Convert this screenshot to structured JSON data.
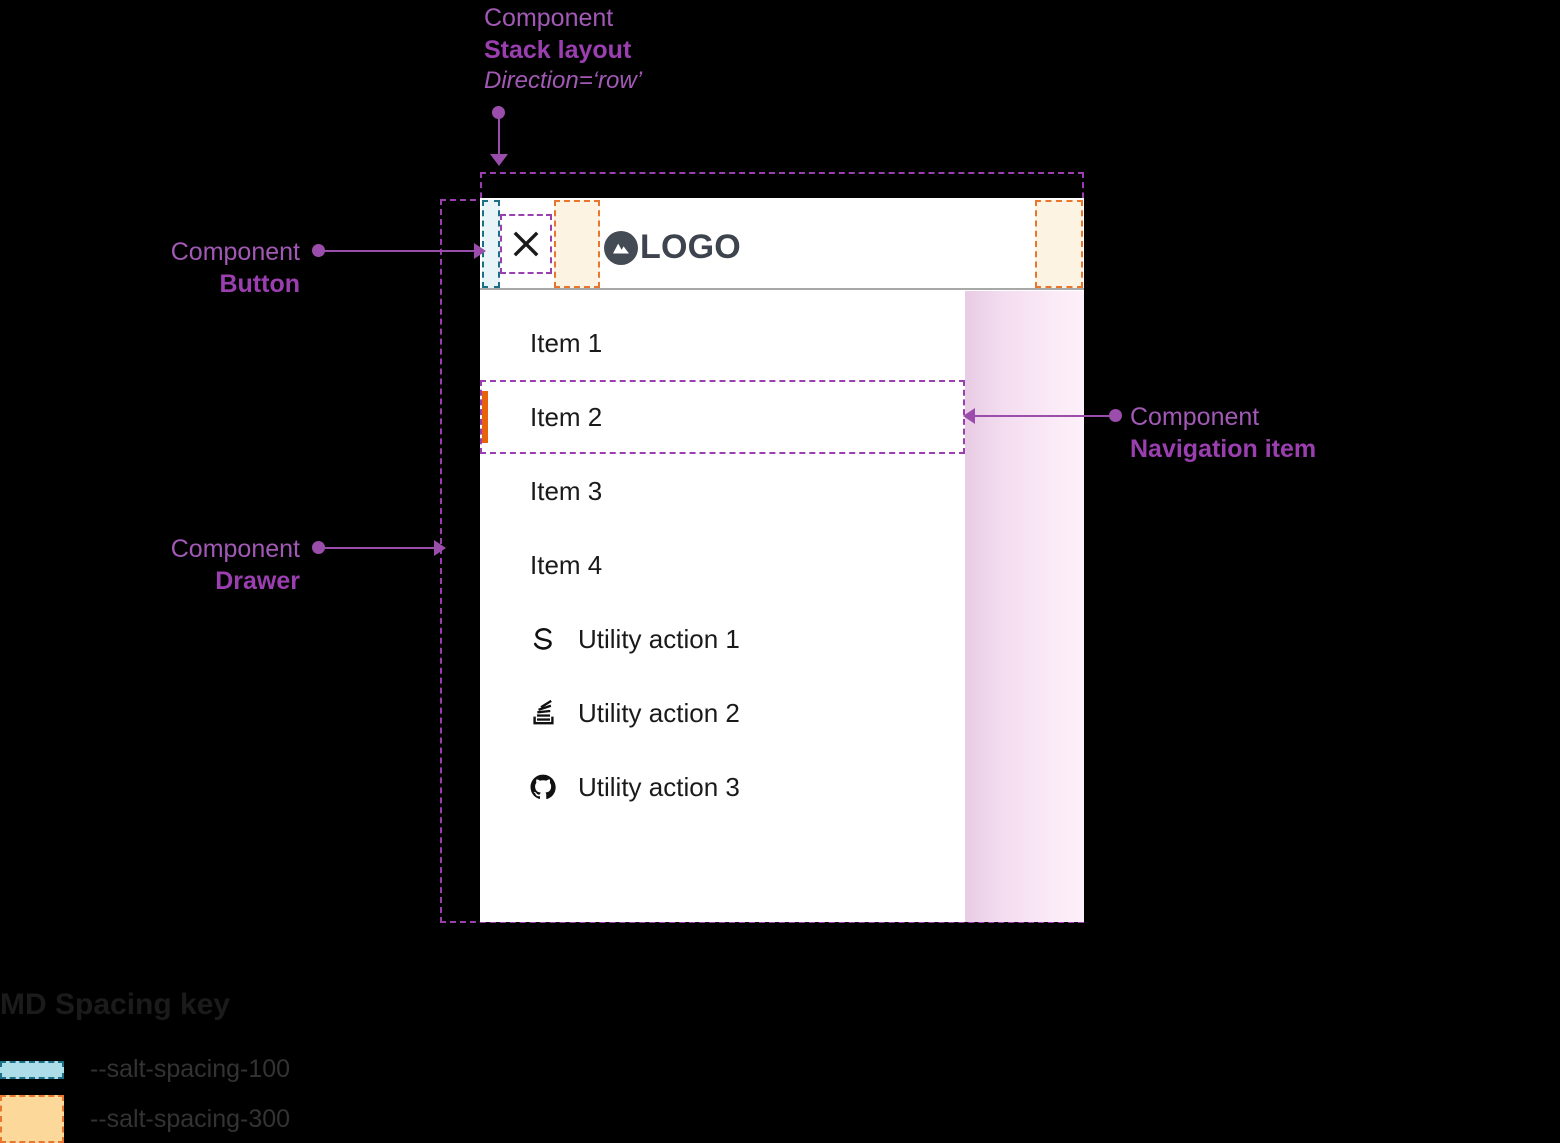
{
  "annotations": {
    "stack_layout": {
      "lead": "Component",
      "name": "Stack layout",
      "sub": "Direction=‘row’"
    },
    "button": {
      "lead": "Component",
      "name": "Button"
    },
    "drawer": {
      "lead": "Component",
      "name": "Drawer"
    },
    "navigation_item": {
      "lead": "Component",
      "name": "Navigation item"
    }
  },
  "drawer": {
    "header": {
      "close_icon": "close-icon",
      "logo_icon": "mountain-logo-icon",
      "logo_text": "LOGO"
    },
    "nav_items": [
      {
        "label": "Item 1",
        "active": false
      },
      {
        "label": "Item 2",
        "active": true
      },
      {
        "label": "Item 3",
        "active": false
      },
      {
        "label": "Item 4",
        "active": false
      }
    ],
    "utility_actions": [
      {
        "label": "Utility action 1",
        "icon": "salt-s-icon"
      },
      {
        "label": "Utility action 2",
        "icon": "stackoverflow-icon"
      },
      {
        "label": "Utility action 3",
        "icon": "github-icon"
      }
    ]
  },
  "legend": {
    "title": "MD Spacing key",
    "rows": [
      {
        "token": "--salt-spacing-100",
        "swatch": "spacing-100-swatch"
      },
      {
        "token": "--salt-spacing-300",
        "swatch": "spacing-300-swatch"
      }
    ]
  },
  "colors": {
    "annotation": "#9b4dab",
    "spacing_100_fill": "#aeddea",
    "spacing_100_border": "#1b6f86",
    "spacing_300_fill": "#fcd99a",
    "spacing_300_border": "#e8762c",
    "active_indicator": "#e8620c",
    "logo_mark": "#444b54",
    "highlight_band": "#f3dcef"
  }
}
